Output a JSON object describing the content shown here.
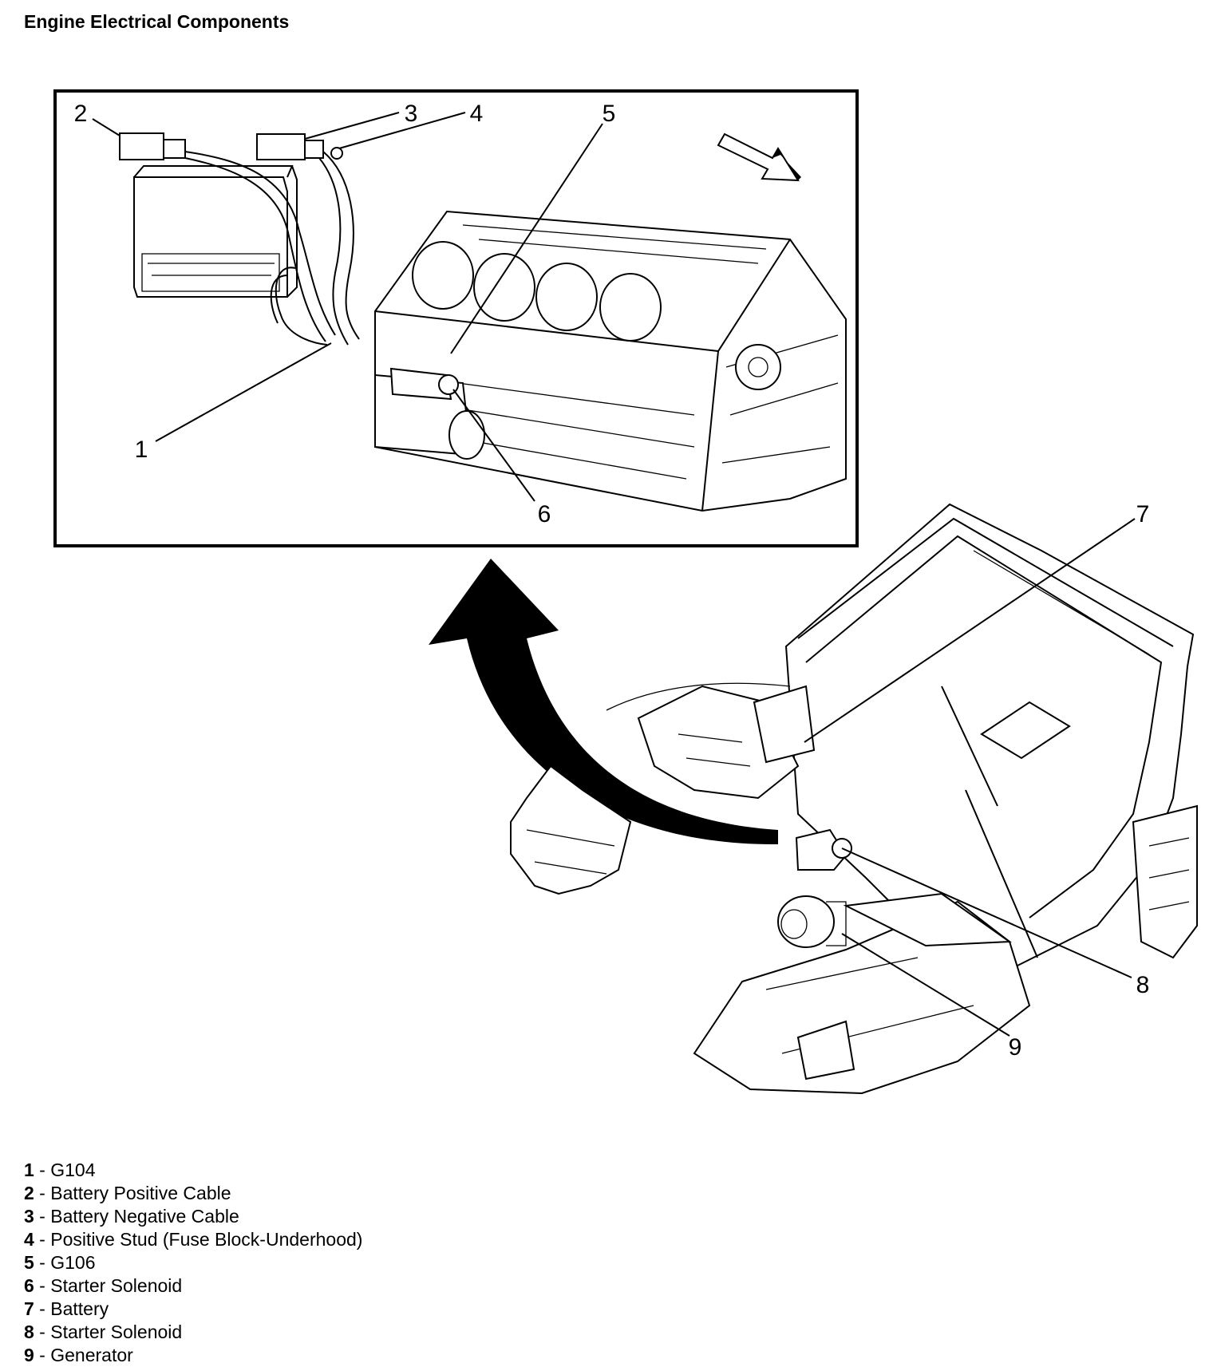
{
  "title": "Engine Electrical Components",
  "callouts": [
    "1",
    "2",
    "3",
    "4",
    "5",
    "6",
    "7",
    "8",
    "9"
  ],
  "legend": [
    {
      "num": "1",
      "label": "G104"
    },
    {
      "num": "2",
      "label": "Battery Positive Cable"
    },
    {
      "num": "3",
      "label": "Battery Negative Cable"
    },
    {
      "num": "4",
      "label": "Positive Stud (Fuse Block-Underhood)"
    },
    {
      "num": "5",
      "label": "G106"
    },
    {
      "num": "6",
      "label": "Starter Solenoid"
    },
    {
      "num": "7",
      "label": "Battery"
    },
    {
      "num": "8",
      "label": "Starter Solenoid"
    },
    {
      "num": "9",
      "label": "Generator"
    }
  ],
  "separator": " - "
}
